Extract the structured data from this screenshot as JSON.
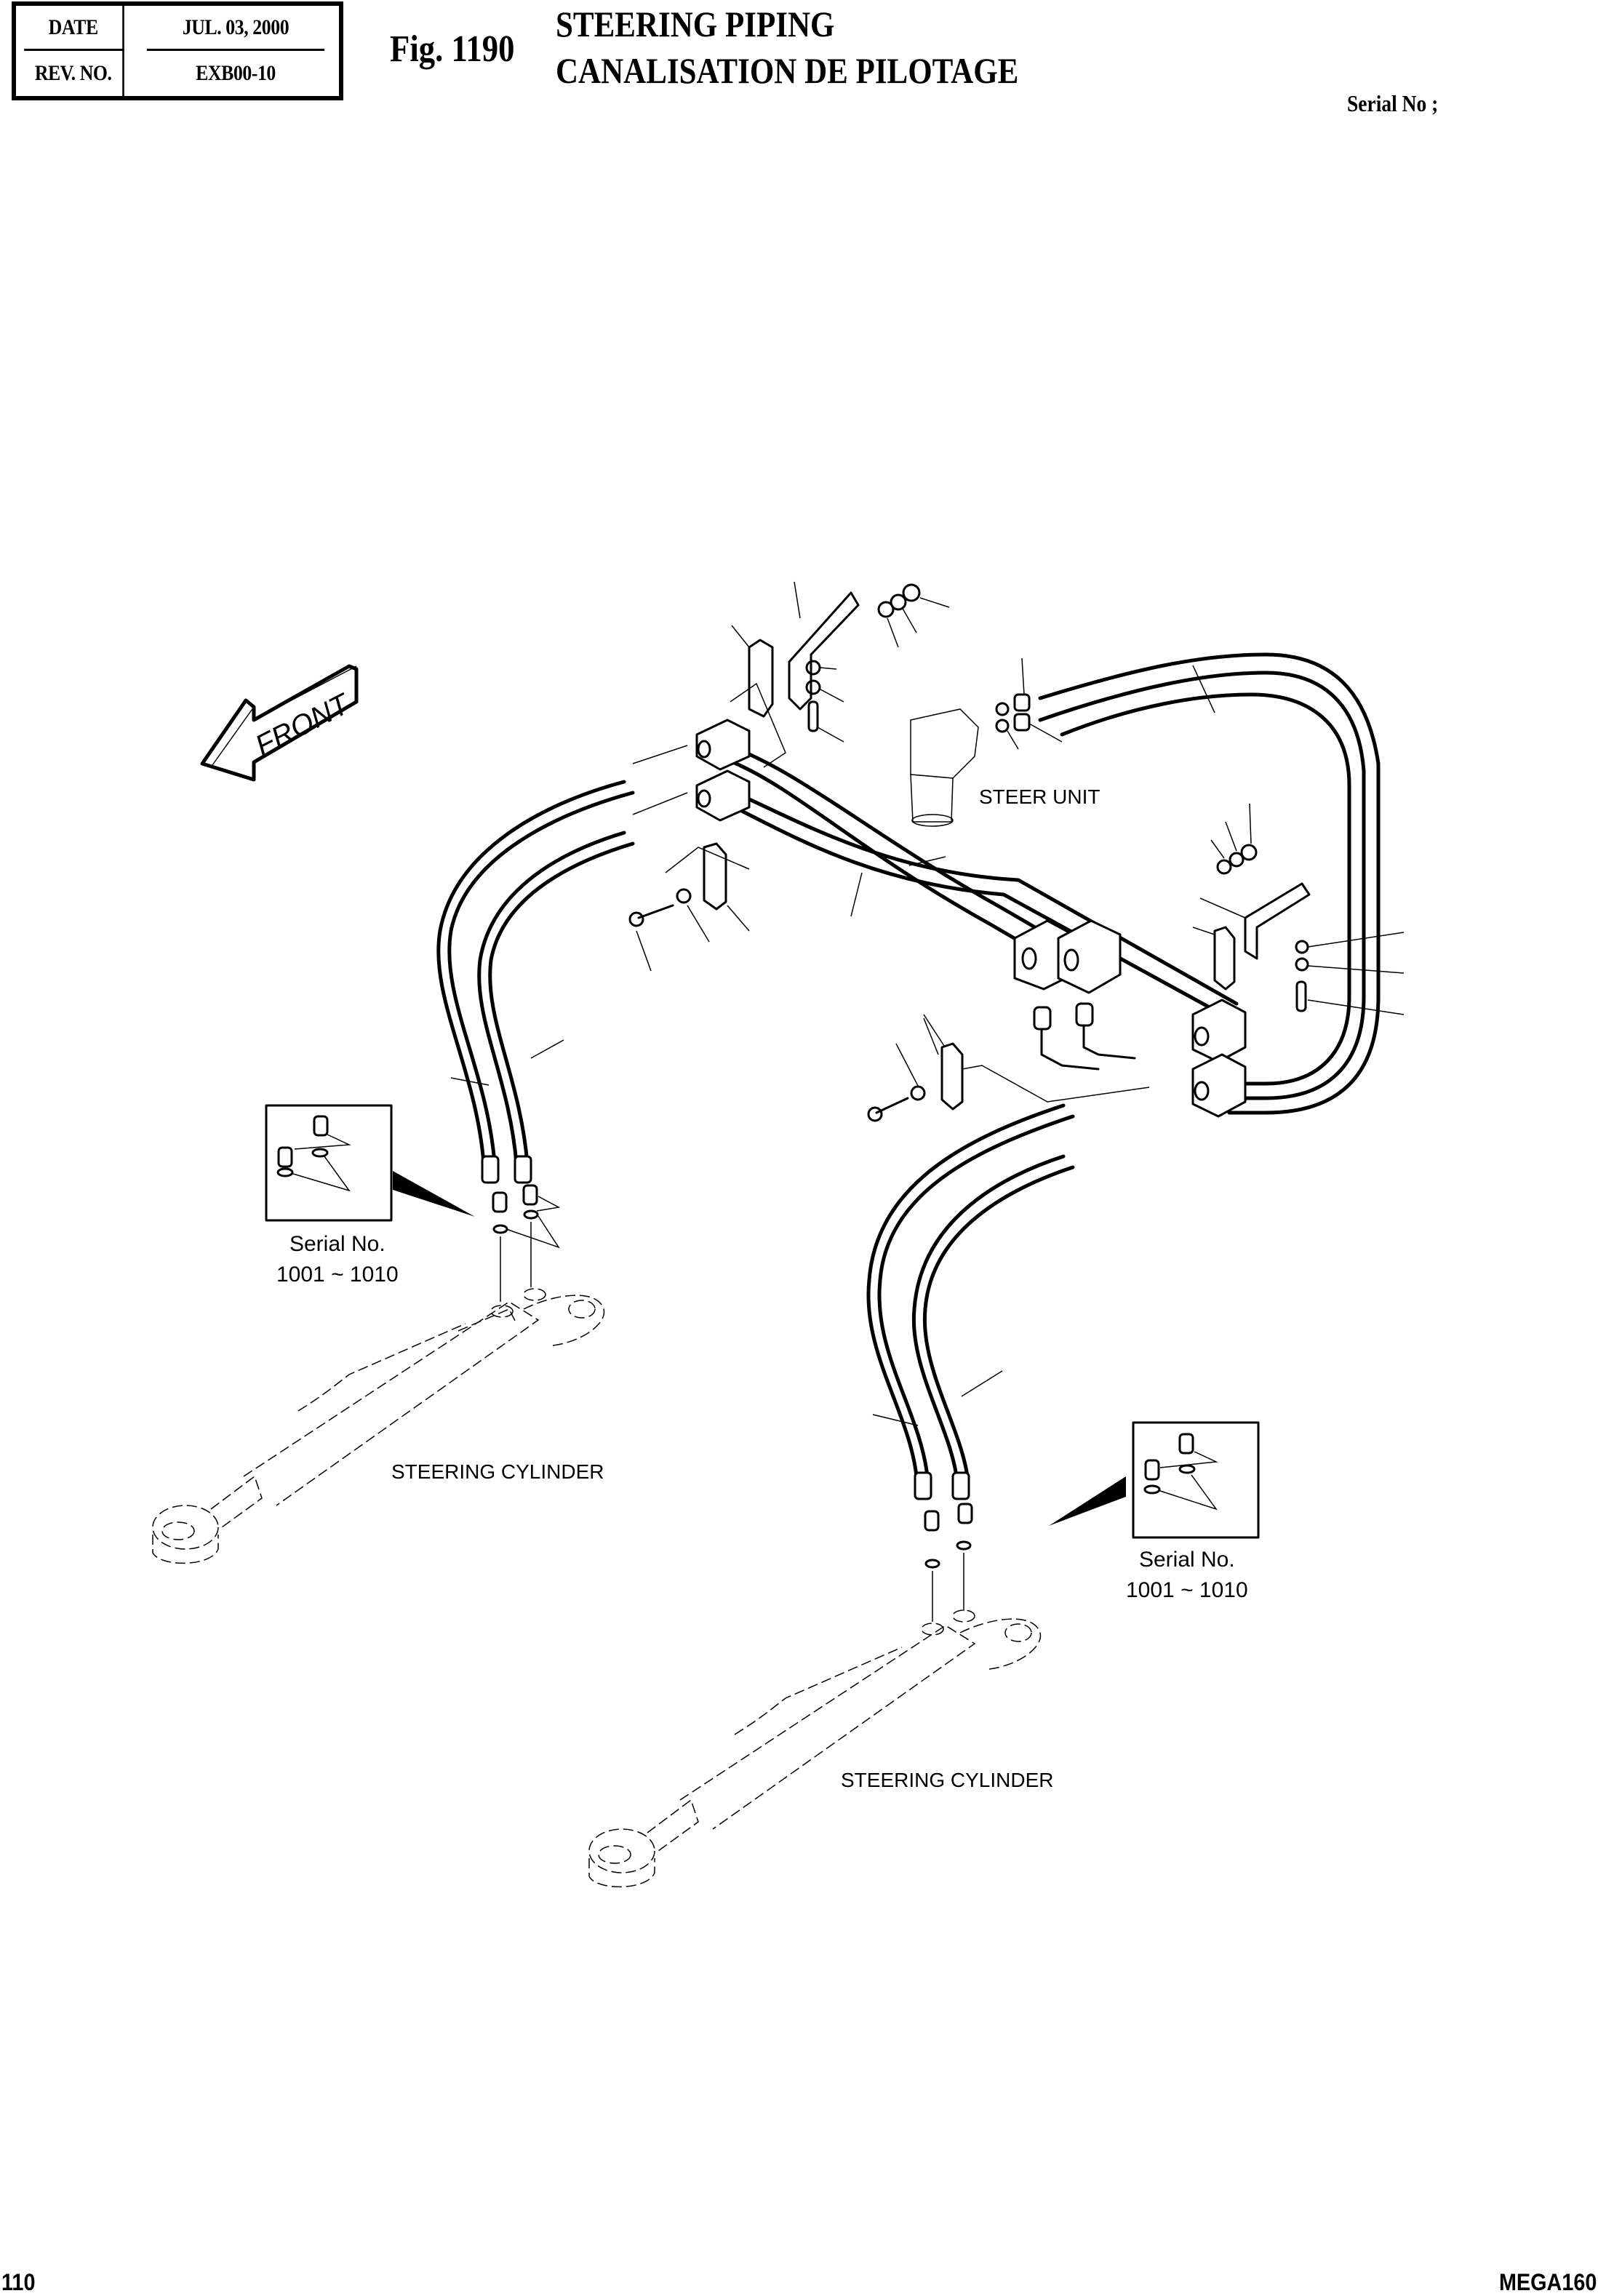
{
  "header": {
    "date_label": "DATE",
    "date_value": "JUL. 03, 2000",
    "rev_label": "REV. NO.",
    "rev_value": "EXB00-10",
    "figure_number": "Fig. 1190",
    "title_en": "STEERING PIPING",
    "title_fr": "CANALISATION DE PILOTAGE",
    "serial_label": "Serial No ;"
  },
  "diagram": {
    "front_arrow_label": "FRONT",
    "steer_unit_label": "STEER UNIT",
    "cylinder_labels": [
      "STEERING CYLINDER",
      "STEERING CYLINDER"
    ],
    "insets": [
      {
        "serial_label": "Serial No.",
        "serial_range": "1001 ~ 1010"
      },
      {
        "serial_label": "Serial No.",
        "serial_range": "1001 ~ 1010"
      }
    ]
  },
  "footer": {
    "page_number": "110",
    "model": "MEGA160"
  }
}
